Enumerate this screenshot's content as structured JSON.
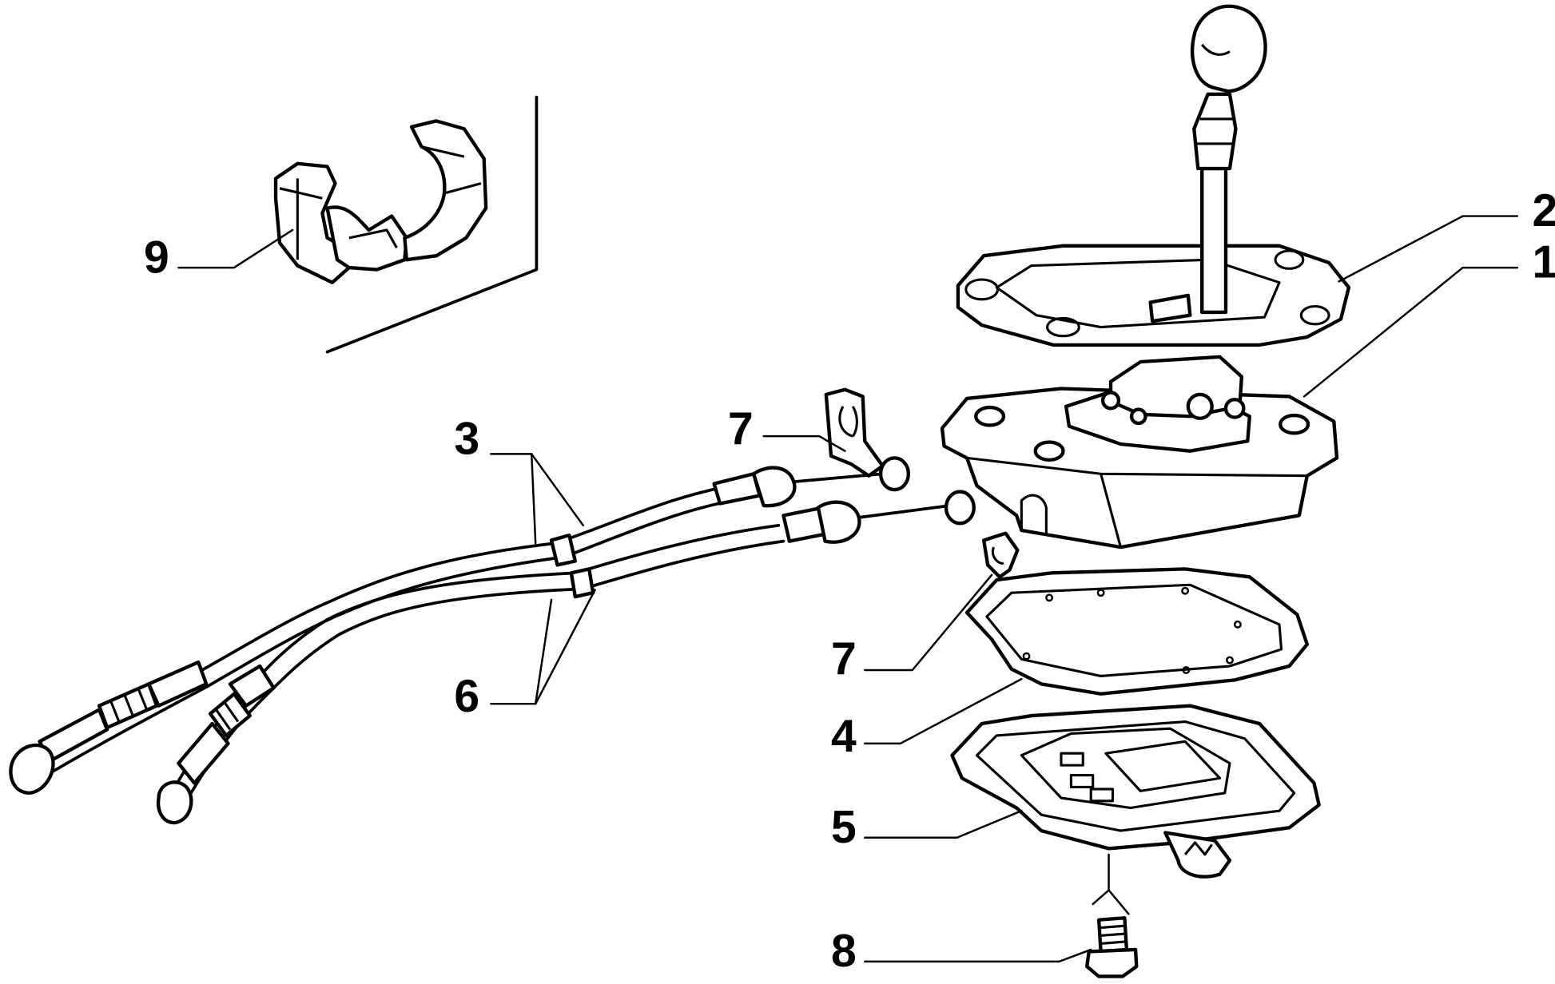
{
  "callouts": [
    {
      "id": "1",
      "label": "1"
    },
    {
      "id": "2",
      "label": "2"
    },
    {
      "id": "3",
      "label": "3"
    },
    {
      "id": "4",
      "label": "4"
    },
    {
      "id": "5",
      "label": "5"
    },
    {
      "id": "6",
      "label": "6"
    },
    {
      "id": "7a",
      "label": "7"
    },
    {
      "id": "7b",
      "label": "7"
    },
    {
      "id": "8",
      "label": "8"
    },
    {
      "id": "9",
      "label": "9"
    }
  ]
}
